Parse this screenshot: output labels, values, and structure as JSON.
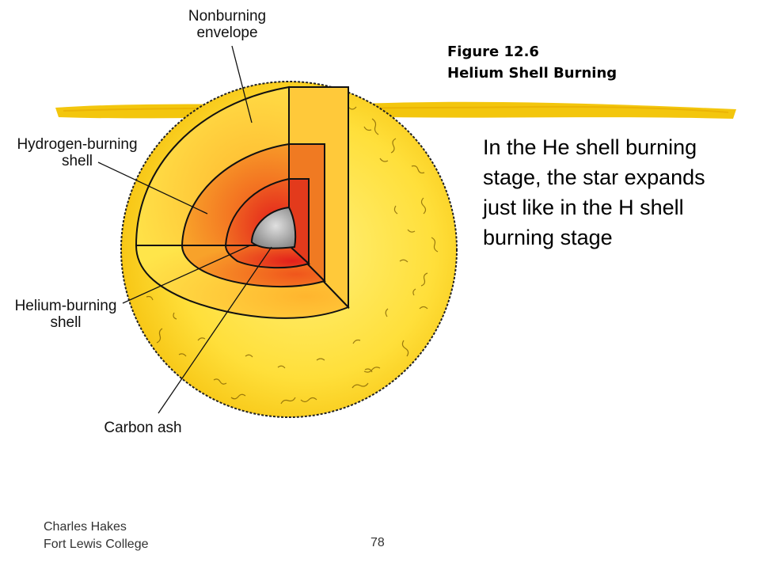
{
  "figure": {
    "number": "Figure 12.6",
    "title": "Helium Shell Burning"
  },
  "labels": {
    "nonburning_1": "Nonburning",
    "nonburning_2": "envelope",
    "hydrogen_1": "Hydrogen-burning",
    "hydrogen_2": "shell",
    "helium_1": "Helium-burning",
    "helium_2": "shell",
    "carbon": "Carbon ash"
  },
  "body_text": "In the He shell burning stage, the star expands just like in the H shell burning stage",
  "footer": {
    "author_line1": "Charles Hakes",
    "author_line2": "Fort Lewis College",
    "page_number": "78"
  },
  "colors": {
    "accent_stroke": "#f2c300",
    "star_outer": "#ffe24a",
    "envelope": "#ffd23a",
    "hydrogen_shell": "#f58a1e",
    "helium_shell": "#e8451c",
    "carbon_ash": "#b0b0b0"
  }
}
